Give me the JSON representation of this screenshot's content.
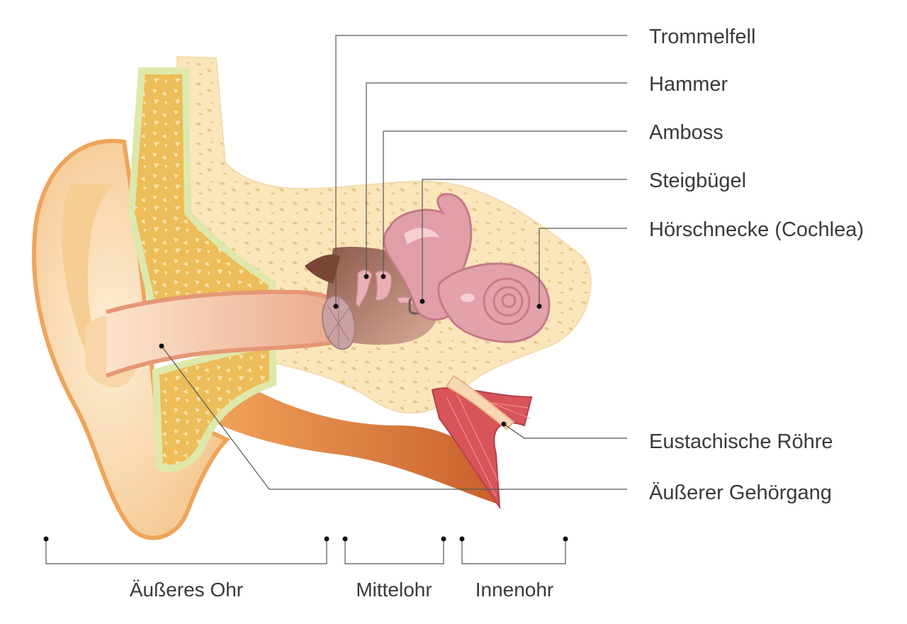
{
  "labels": {
    "eardrum": "Trommelfell",
    "hammer": "Hammer",
    "anvil": "Amboss",
    "stirrup": "Steigbügel",
    "cochlea": "Hörschnecke (Cochlea)",
    "eustachian_tube": "Eustachische Röhre",
    "ear_canal": "Äußerer Gehörgang"
  },
  "sections": {
    "outer_ear": "Äußeres Ohr",
    "middle_ear": "Mittelohr",
    "inner_ear": "Innenohr"
  },
  "colors": {
    "skin_light": "#fde9c8",
    "skin_mid": "#f6c48a",
    "skin_dark": "#e59a4e",
    "bone": "#fbe7bd",
    "bone_pores": "#e9c98e",
    "marrow": "#ebbd55",
    "marrow_edge": "#dce6a8",
    "cavity": "#8a5a4e",
    "cochlea": "#e3a2ab",
    "cochlea_light": "#f4cdd2",
    "muscle": "#d9545a",
    "canal": "#f5c9a4"
  }
}
